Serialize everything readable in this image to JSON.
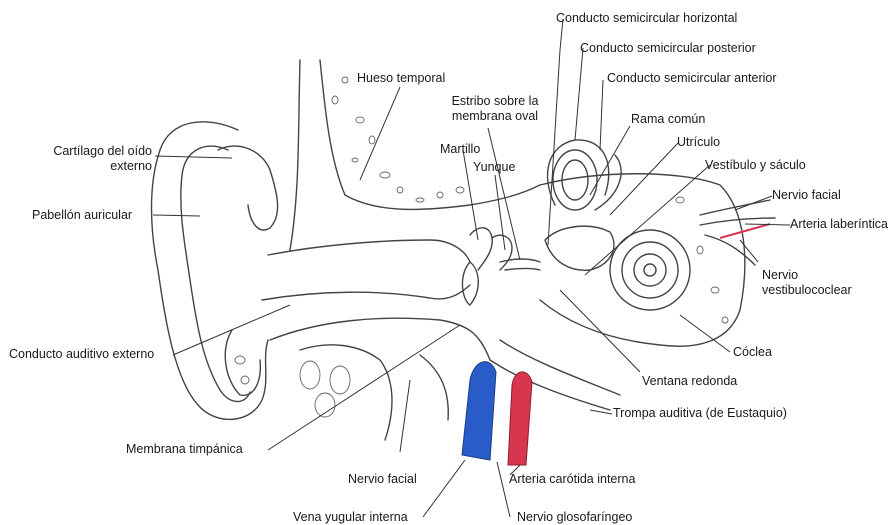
{
  "labels": {
    "conducto_semicircular_horizontal": "Conducto semicircular horizontal",
    "conducto_semicircular_posterior": "Conducto semicircular posterior",
    "conducto_semicircular_anterior": "Conducto semicircular anterior",
    "hueso_temporal": "Hueso temporal",
    "estribo_line1": "Estribo sobre la",
    "estribo_line2": "membrana oval",
    "rama_comun": "Rama común",
    "utriculo": "Utrículo",
    "cartilago_line1": "Cartílago del oído",
    "cartilago_line2": "externo",
    "martillo": "Martillo",
    "yunque": "Yunque",
    "vestibulo_saculo": "Vestíbulo y sáculo",
    "nervio_facial_right": "Nervio facial",
    "arteria_laberintica": "Arteria laberíntica",
    "pabellon_auricular": "Pabellón auricular",
    "nervio_vestibulococlear_line1": "Nervio",
    "nervio_vestibulococlear_line2": "vestibulococlear",
    "conducto_auditivo_externo": "Conducto auditivo externo",
    "coclea": "Cóclea",
    "ventana_redonda": "Ventana redonda",
    "trompa_auditiva": "Trompa auditiva (de Eustaquio)",
    "membrana_timpanica": "Membrana timpánica",
    "nervio_facial_bottom": "Nervio facial",
    "arteria_carotida_interna": "Arteria carótida interna",
    "vena_yugular_interna": "Vena yugular interna",
    "nervio_glosofaringeo": "Nervio glosofaríngeo"
  },
  "colors": {
    "vein": "#2a5cc9",
    "artery": "#d8364f",
    "line": "#333333"
  }
}
